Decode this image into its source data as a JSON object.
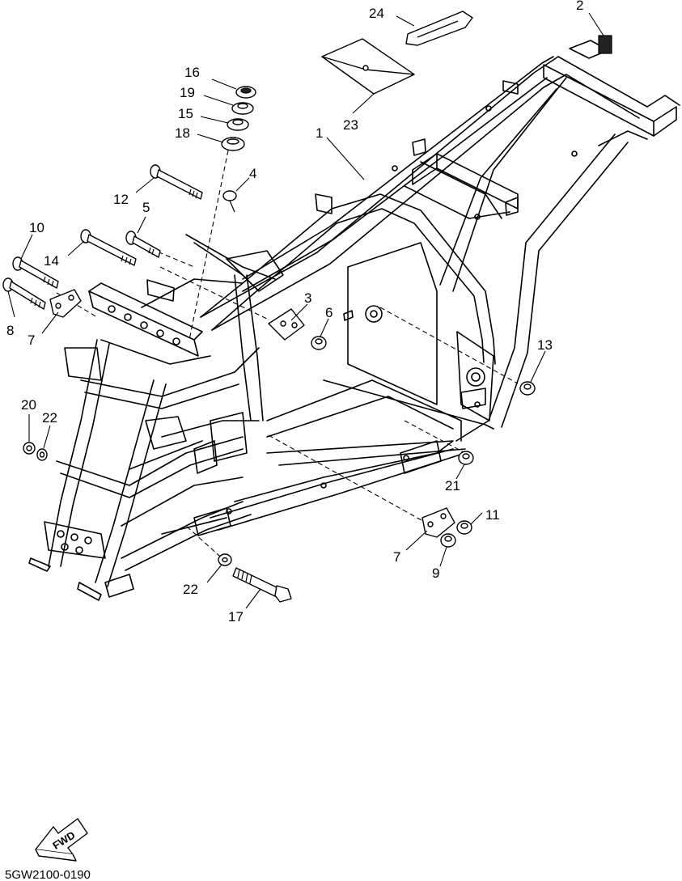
{
  "callouts": [
    "1",
    "2",
    "3",
    "4",
    "5",
    "6",
    "7",
    "7",
    "8",
    "9",
    "10",
    "11",
    "12",
    "13",
    "14",
    "15",
    "16",
    "17",
    "18",
    "19",
    "20",
    "21",
    "22",
    "22",
    "23",
    "24"
  ],
  "fwd_label": "FWD",
  "diagram_code": "5GW2100-0190"
}
